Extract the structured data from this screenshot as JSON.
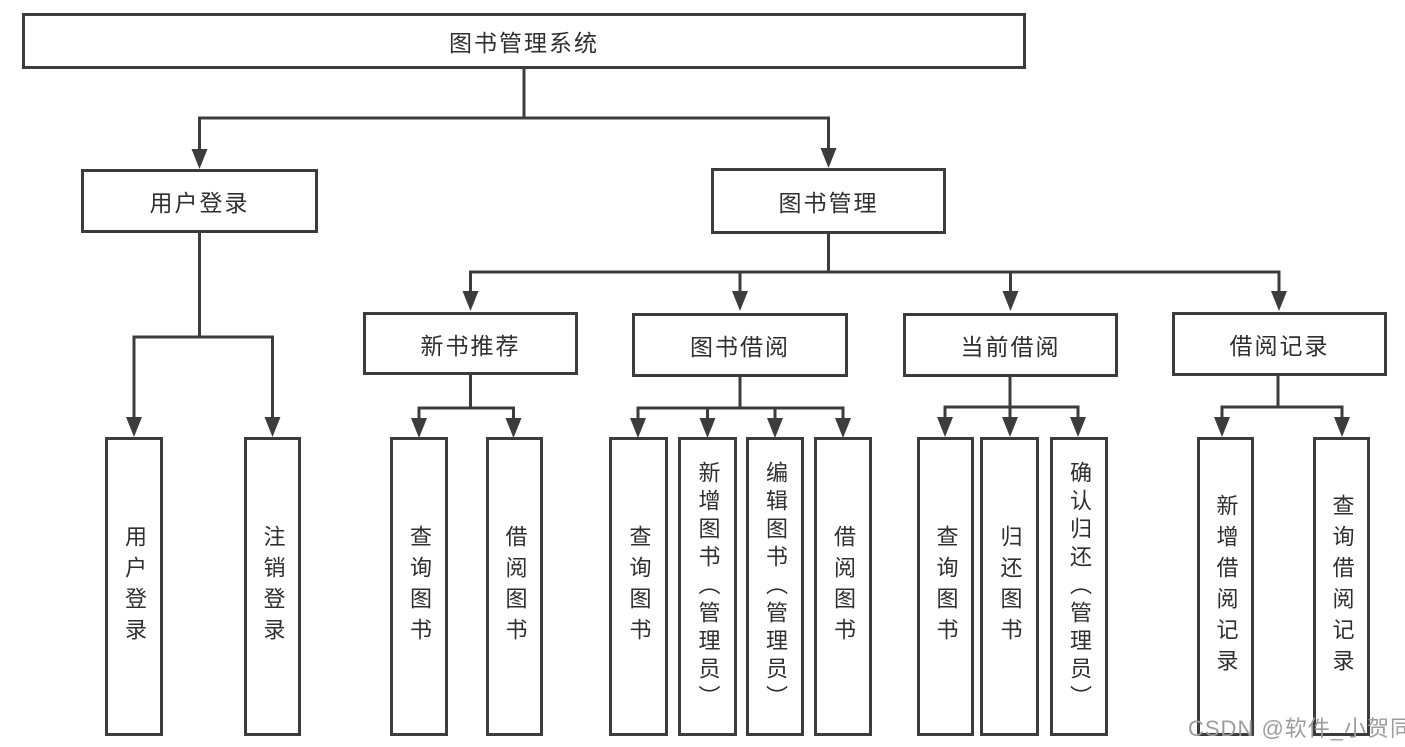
{
  "tree": {
    "root": {
      "label": "图书管理系统"
    },
    "branches": [
      {
        "label": "用户登录",
        "children": [
          {
            "label": "用户登录"
          },
          {
            "label": "注销登录"
          }
        ]
      },
      {
        "label": "图书管理",
        "children": [
          {
            "label": "新书推荐",
            "children": [
              {
                "label": "查询图书"
              },
              {
                "label": "借阅图书"
              }
            ]
          },
          {
            "label": "图书借阅",
            "children": [
              {
                "label": "查询图书"
              },
              {
                "label": "新增图书（管理员）"
              },
              {
                "label": "编辑图书（管理员）"
              },
              {
                "label": "借阅图书"
              }
            ]
          },
          {
            "label": "当前借阅",
            "children": [
              {
                "label": "查询图书"
              },
              {
                "label": "归还图书"
              },
              {
                "label": "确认归还（管理员）"
              }
            ]
          },
          {
            "label": "借阅记录",
            "children": [
              {
                "label": "新增借阅记录"
              },
              {
                "label": "查询借阅记录"
              }
            ]
          }
        ]
      }
    ]
  },
  "watermark": {
    "text": "CSDN @软件_小贺同学"
  },
  "colors": {
    "line": "#3c3c3c",
    "box_border": "#3c3c3c",
    "box_fill": "#ffffff",
    "text": "#2f2f2f",
    "watermark": "#9d9da0",
    "background": "#ffffff"
  }
}
